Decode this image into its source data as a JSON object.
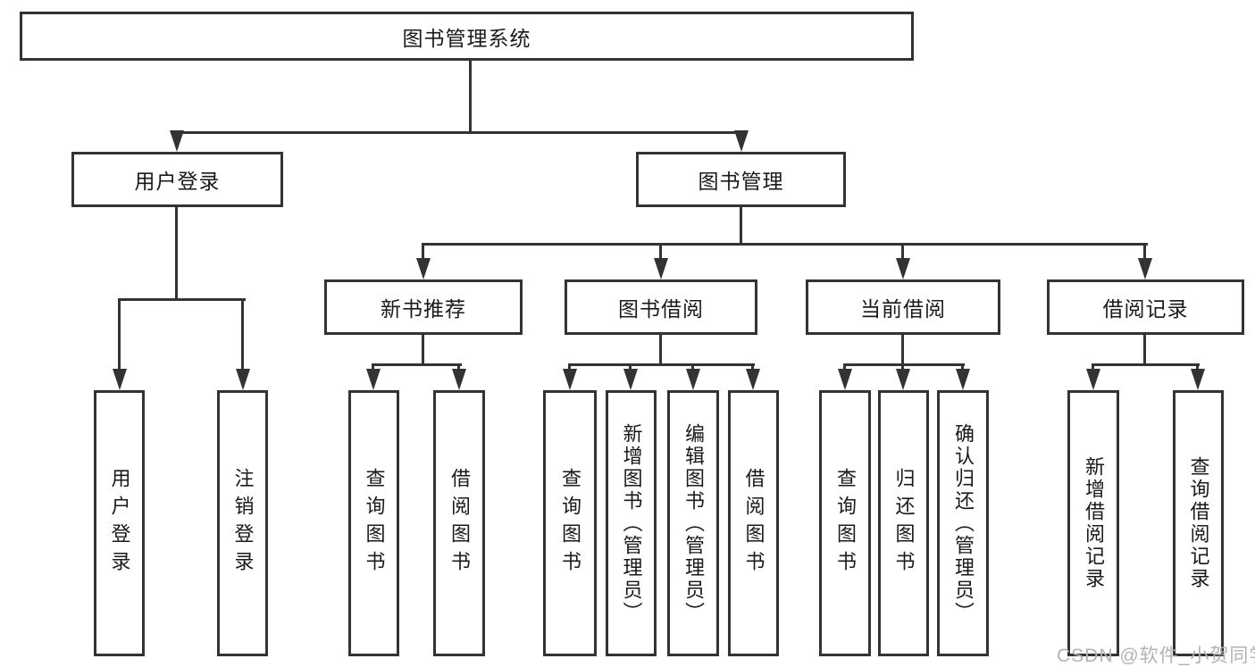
{
  "diagram": {
    "title": "图书管理系统",
    "root": {
      "label": "图书管理系统"
    },
    "level2": [
      {
        "label": "用户登录"
      },
      {
        "label": "图书管理"
      }
    ],
    "level3": [
      {
        "label": "新书推荐",
        "parent": "图书管理"
      },
      {
        "label": "图书借阅",
        "parent": "图书管理"
      },
      {
        "label": "当前借阅",
        "parent": "图书管理"
      },
      {
        "label": "借阅记录",
        "parent": "图书管理"
      }
    ],
    "leaves": [
      {
        "label": "用户登录",
        "parent": "用户登录"
      },
      {
        "label": "注销登录",
        "parent": "用户登录"
      },
      {
        "label": "查询图书",
        "parent": "新书推荐"
      },
      {
        "label": "借阅图书",
        "parent": "新书推荐"
      },
      {
        "label": "查询图书",
        "parent": "图书借阅"
      },
      {
        "label": "新增图书（管理员）",
        "parent": "图书借阅"
      },
      {
        "label": "编辑图书（管理员）",
        "parent": "图书借阅"
      },
      {
        "label": "借阅图书",
        "parent": "图书借阅"
      },
      {
        "label": "查询图书",
        "parent": "当前借阅"
      },
      {
        "label": "归还图书",
        "parent": "当前借阅"
      },
      {
        "label": "确认归还（管理员）",
        "parent": "当前借阅"
      },
      {
        "label": "新增借阅记录",
        "parent": "借阅记录"
      },
      {
        "label": "查询借阅记录",
        "parent": "借阅记录"
      }
    ],
    "watermark": "CSDN @软件_小贺同学",
    "colors": {
      "line": "#333333",
      "text": "#1a1a1a",
      "watermark": "#b3b3b3",
      "background": "#ffffff"
    }
  }
}
